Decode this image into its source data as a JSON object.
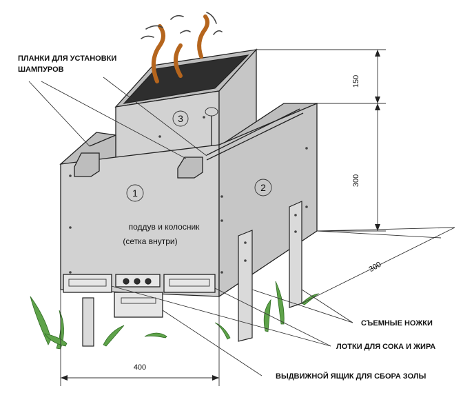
{
  "labels": {
    "skewer_rails": [
      "ПЛАНКИ ДЛЯ УСТАНОВКИ",
      "ШАМПУРОВ"
    ],
    "blower": [
      "поддув и колосник",
      "(сетка внутри)"
    ],
    "legs": "СЪЕМНЫЕ НОЖКИ",
    "trays": "ЛОТКИ ДЛЯ СОКА И ЖИРА",
    "ash_drawer": "ВЫДВИЖНОЙ ЯЩИК ДЛЯ СБОРА ЗОЛЫ"
  },
  "numbers": {
    "one": "1",
    "two": "2",
    "three": "3"
  },
  "dimensions": {
    "d150": "150",
    "d300_vertical": "300",
    "d300_diagonal": "300",
    "d400": "400"
  },
  "colors": {
    "smoke": "#b5651d",
    "grass": "#5fa34a",
    "metal": "#d2d2d2"
  }
}
